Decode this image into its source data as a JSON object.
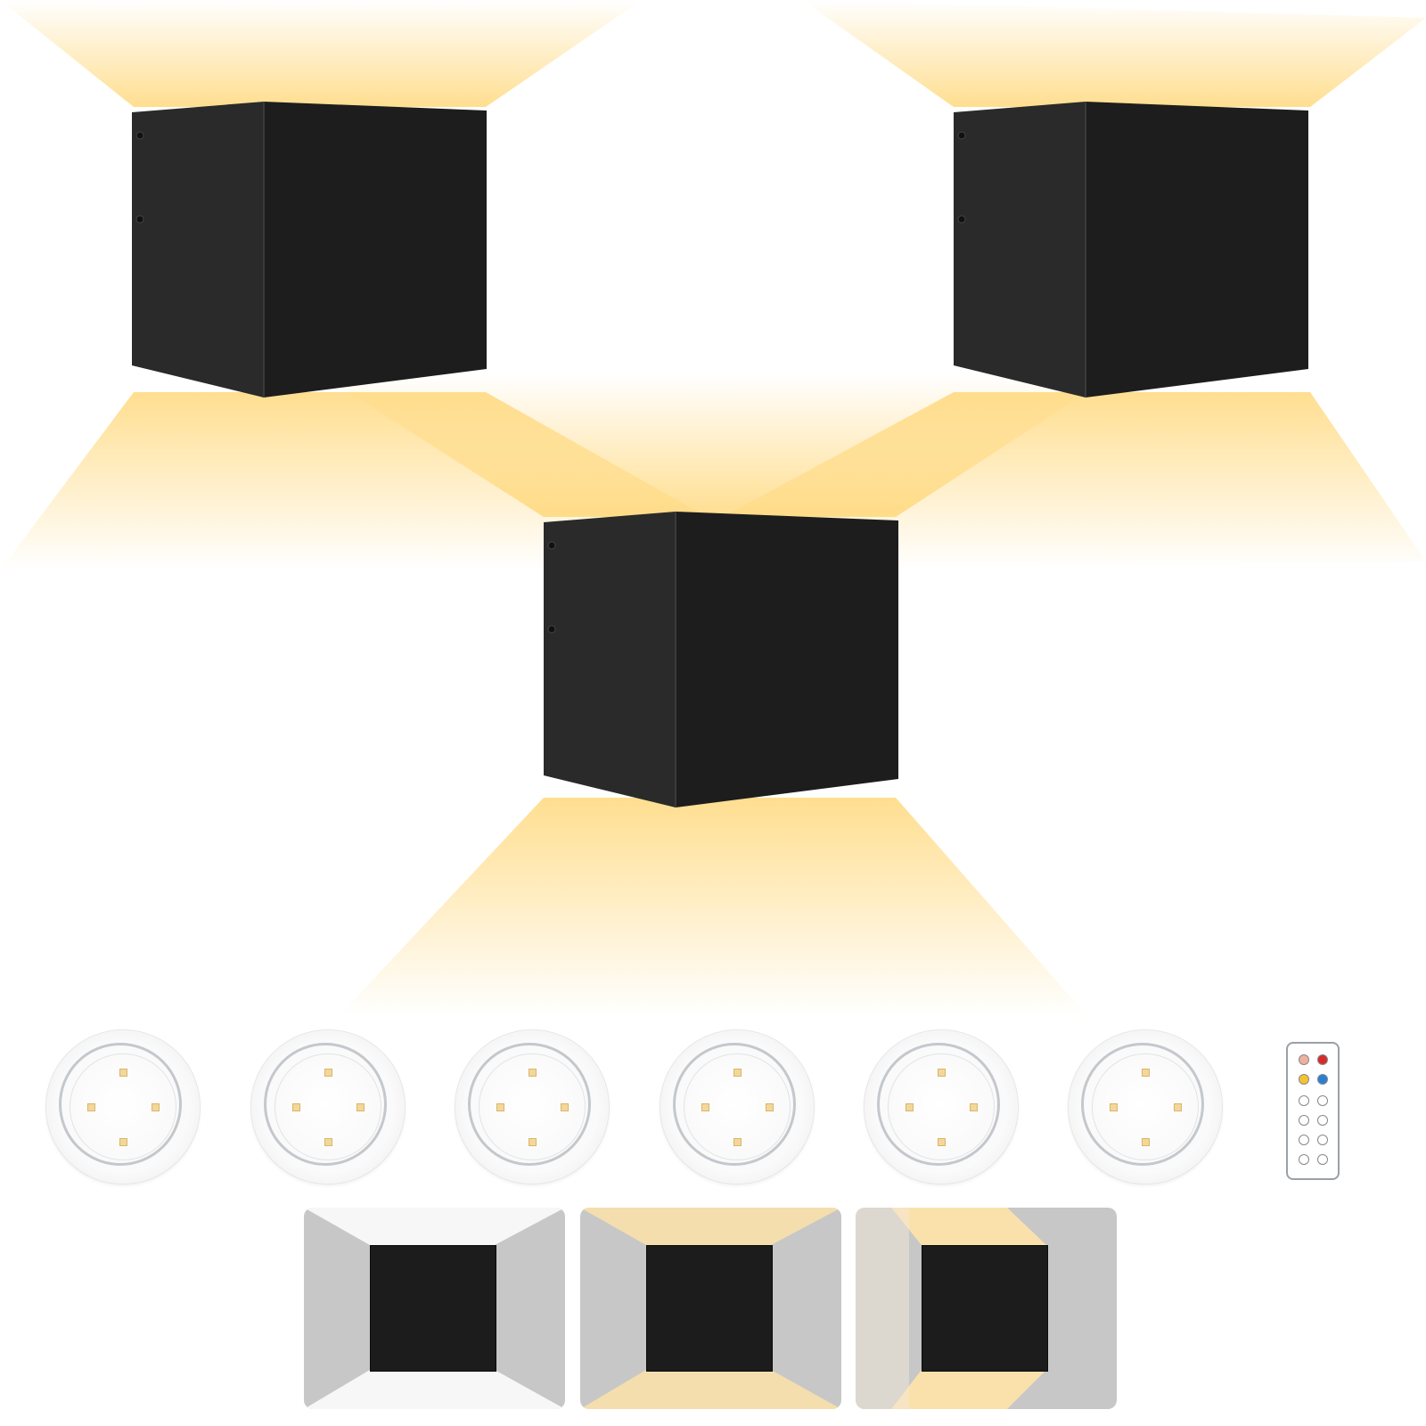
{
  "scene": {
    "glow_color": "#ffd36b",
    "cube_color": "#1e1e1e",
    "cubes": [
      "cube-left",
      "cube-right",
      "cube-center"
    ]
  },
  "accessories": {
    "puck_lights": 6,
    "remote_buttons": [
      "on-off",
      "off",
      "warm",
      "cool",
      "plus",
      "minus",
      "timer-1",
      "timer-2",
      "timer-3",
      "timer-4",
      "timer-5",
      "timer-6"
    ]
  },
  "light_modes": [
    "cool-white",
    "warm-white",
    "warm-side"
  ]
}
